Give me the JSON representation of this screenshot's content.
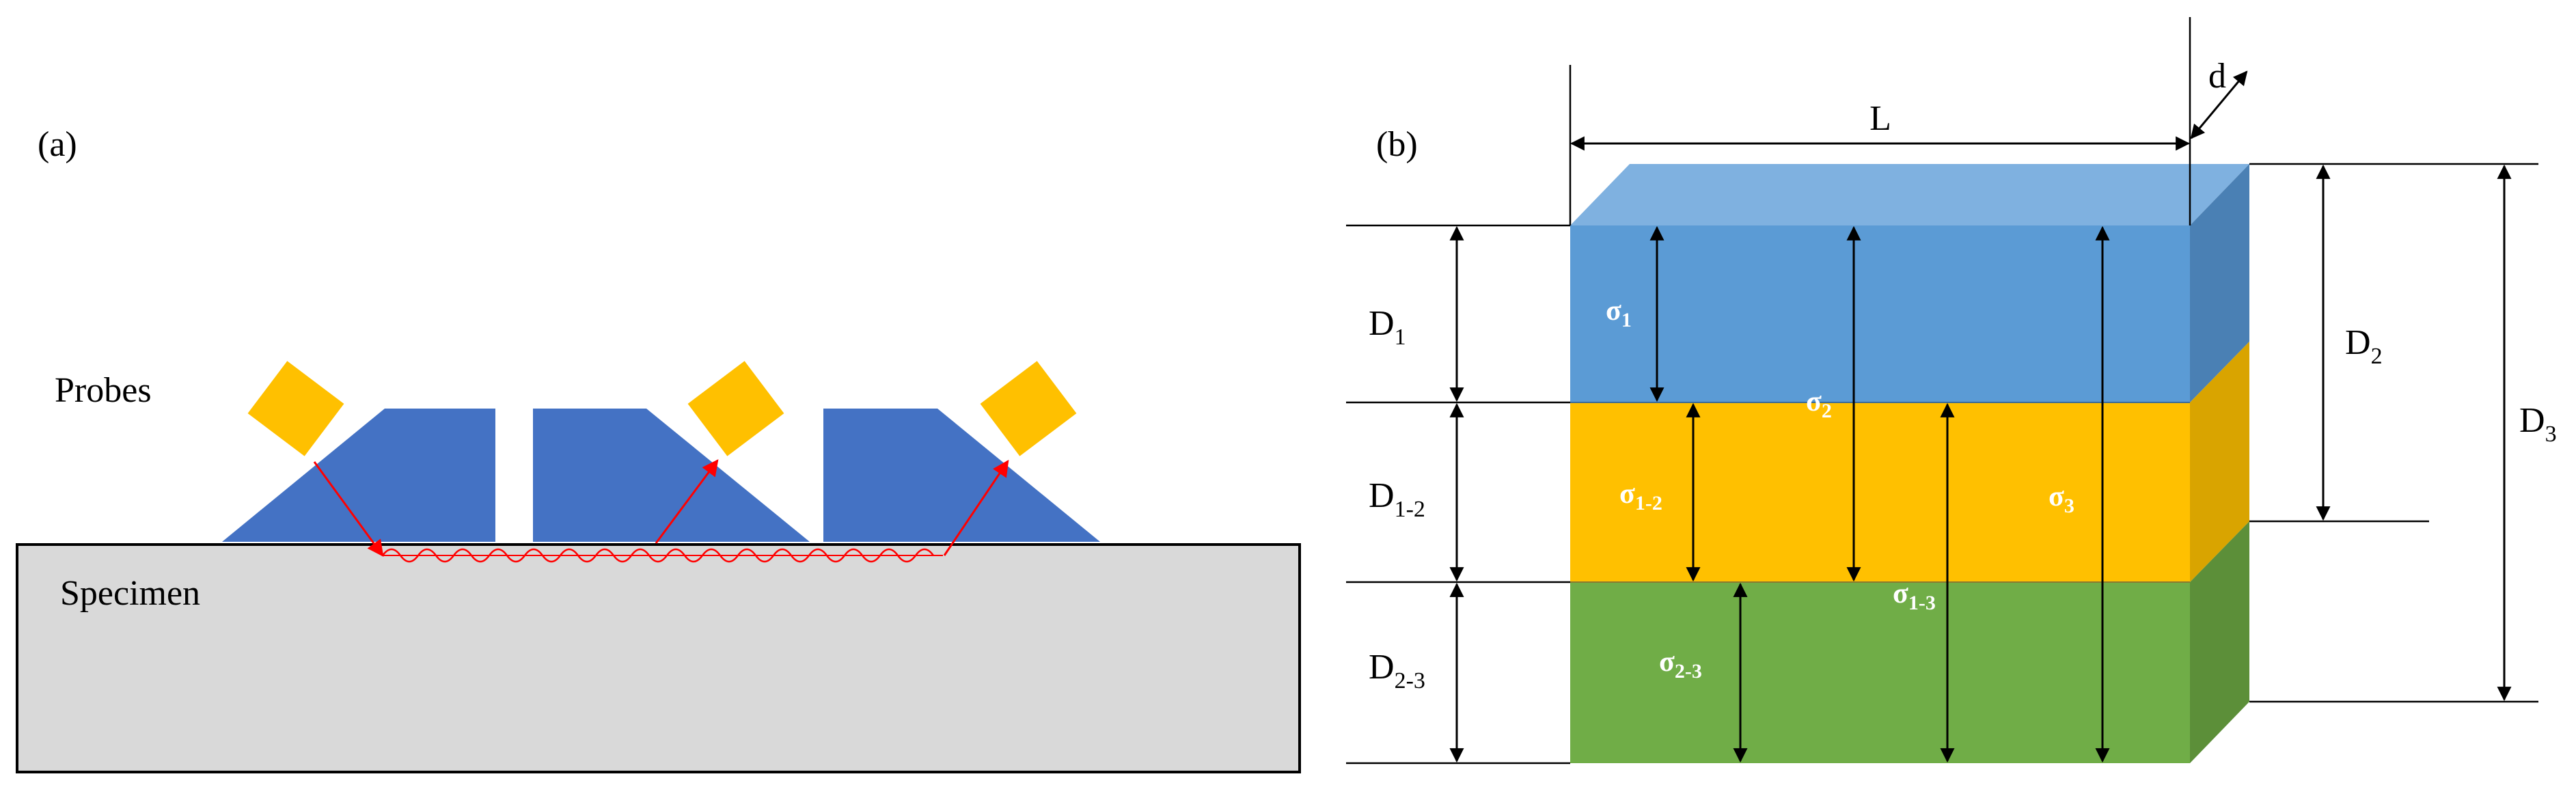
{
  "panel_a": {
    "tag": "(a)",
    "probes_label": "Probes",
    "specimen_label": "Specimen",
    "colors": {
      "specimen": "#d9d9d9",
      "wedge": "#4472c4",
      "probe": "#ffc000",
      "wave": "#ff0000"
    }
  },
  "panel_b": {
    "tag": "(b)",
    "dimensions": {
      "length": "L",
      "width": "d"
    },
    "depth_labels": [
      {
        "main": "D",
        "sub": "1"
      },
      {
        "main": "D",
        "sub": "1-2"
      },
      {
        "main": "D",
        "sub": "2-3"
      },
      {
        "main": "D",
        "sub": "2"
      },
      {
        "main": "D",
        "sub": "3"
      }
    ],
    "stress_labels": [
      {
        "main": "σ",
        "sub": "1"
      },
      {
        "main": "σ",
        "sub": "2"
      },
      {
        "main": "σ",
        "sub": "1-2"
      },
      {
        "main": "σ",
        "sub": "3"
      },
      {
        "main": "σ",
        "sub": "1-3"
      },
      {
        "main": "σ",
        "sub": "2-3"
      }
    ],
    "colors": {
      "layer1": "#5b9bd5",
      "layer1_top": "#7fb1e0",
      "layer1_side": "#4a80b4",
      "layer2": "#ffc000",
      "layer2_side": "#d9a400",
      "layer3": "#70ad47",
      "layer3_side": "#5c8f39"
    }
  }
}
